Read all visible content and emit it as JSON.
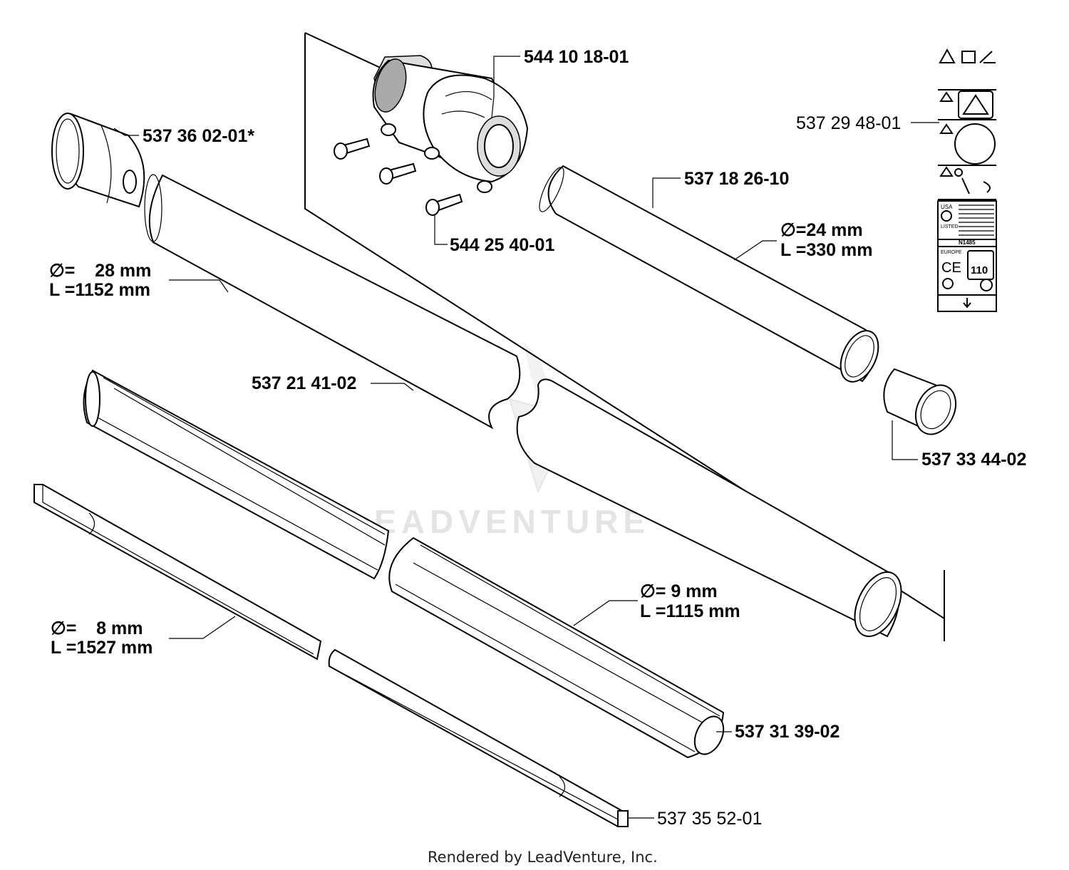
{
  "watermark": "LEADVENTURE",
  "footer": "Rendered by LeadVenture, Inc.",
  "parts": {
    "coupling": "544 10 18-01",
    "screws": "544 25 40-01",
    "end_cap": "537 36 02-01*",
    "decal": "537 29 48-01",
    "inner_tube": "537 18 26-10",
    "inner_tube_dia": "∅=24 mm",
    "inner_tube_len": "L =330 mm",
    "main_tube": "537 21 41-02",
    "main_tube_dia": "∅=    28 mm",
    "main_tube_len": "L =1152 mm",
    "bushing": "537 33 44-02",
    "liner": "537 31 39-02",
    "liner_dia": "∅= 9 mm",
    "liner_len": "L =1115 mm",
    "drive_shaft": "537 35 52-01",
    "drive_shaft_dia": "∅=    8 mm",
    "drive_shaft_len": "L =1527 mm"
  },
  "decal_panel": {
    "usa": "USA",
    "listed": "LISTED",
    "europe": "EUROPE",
    "ce": "CE",
    "db": "110",
    "code": "N1485"
  }
}
